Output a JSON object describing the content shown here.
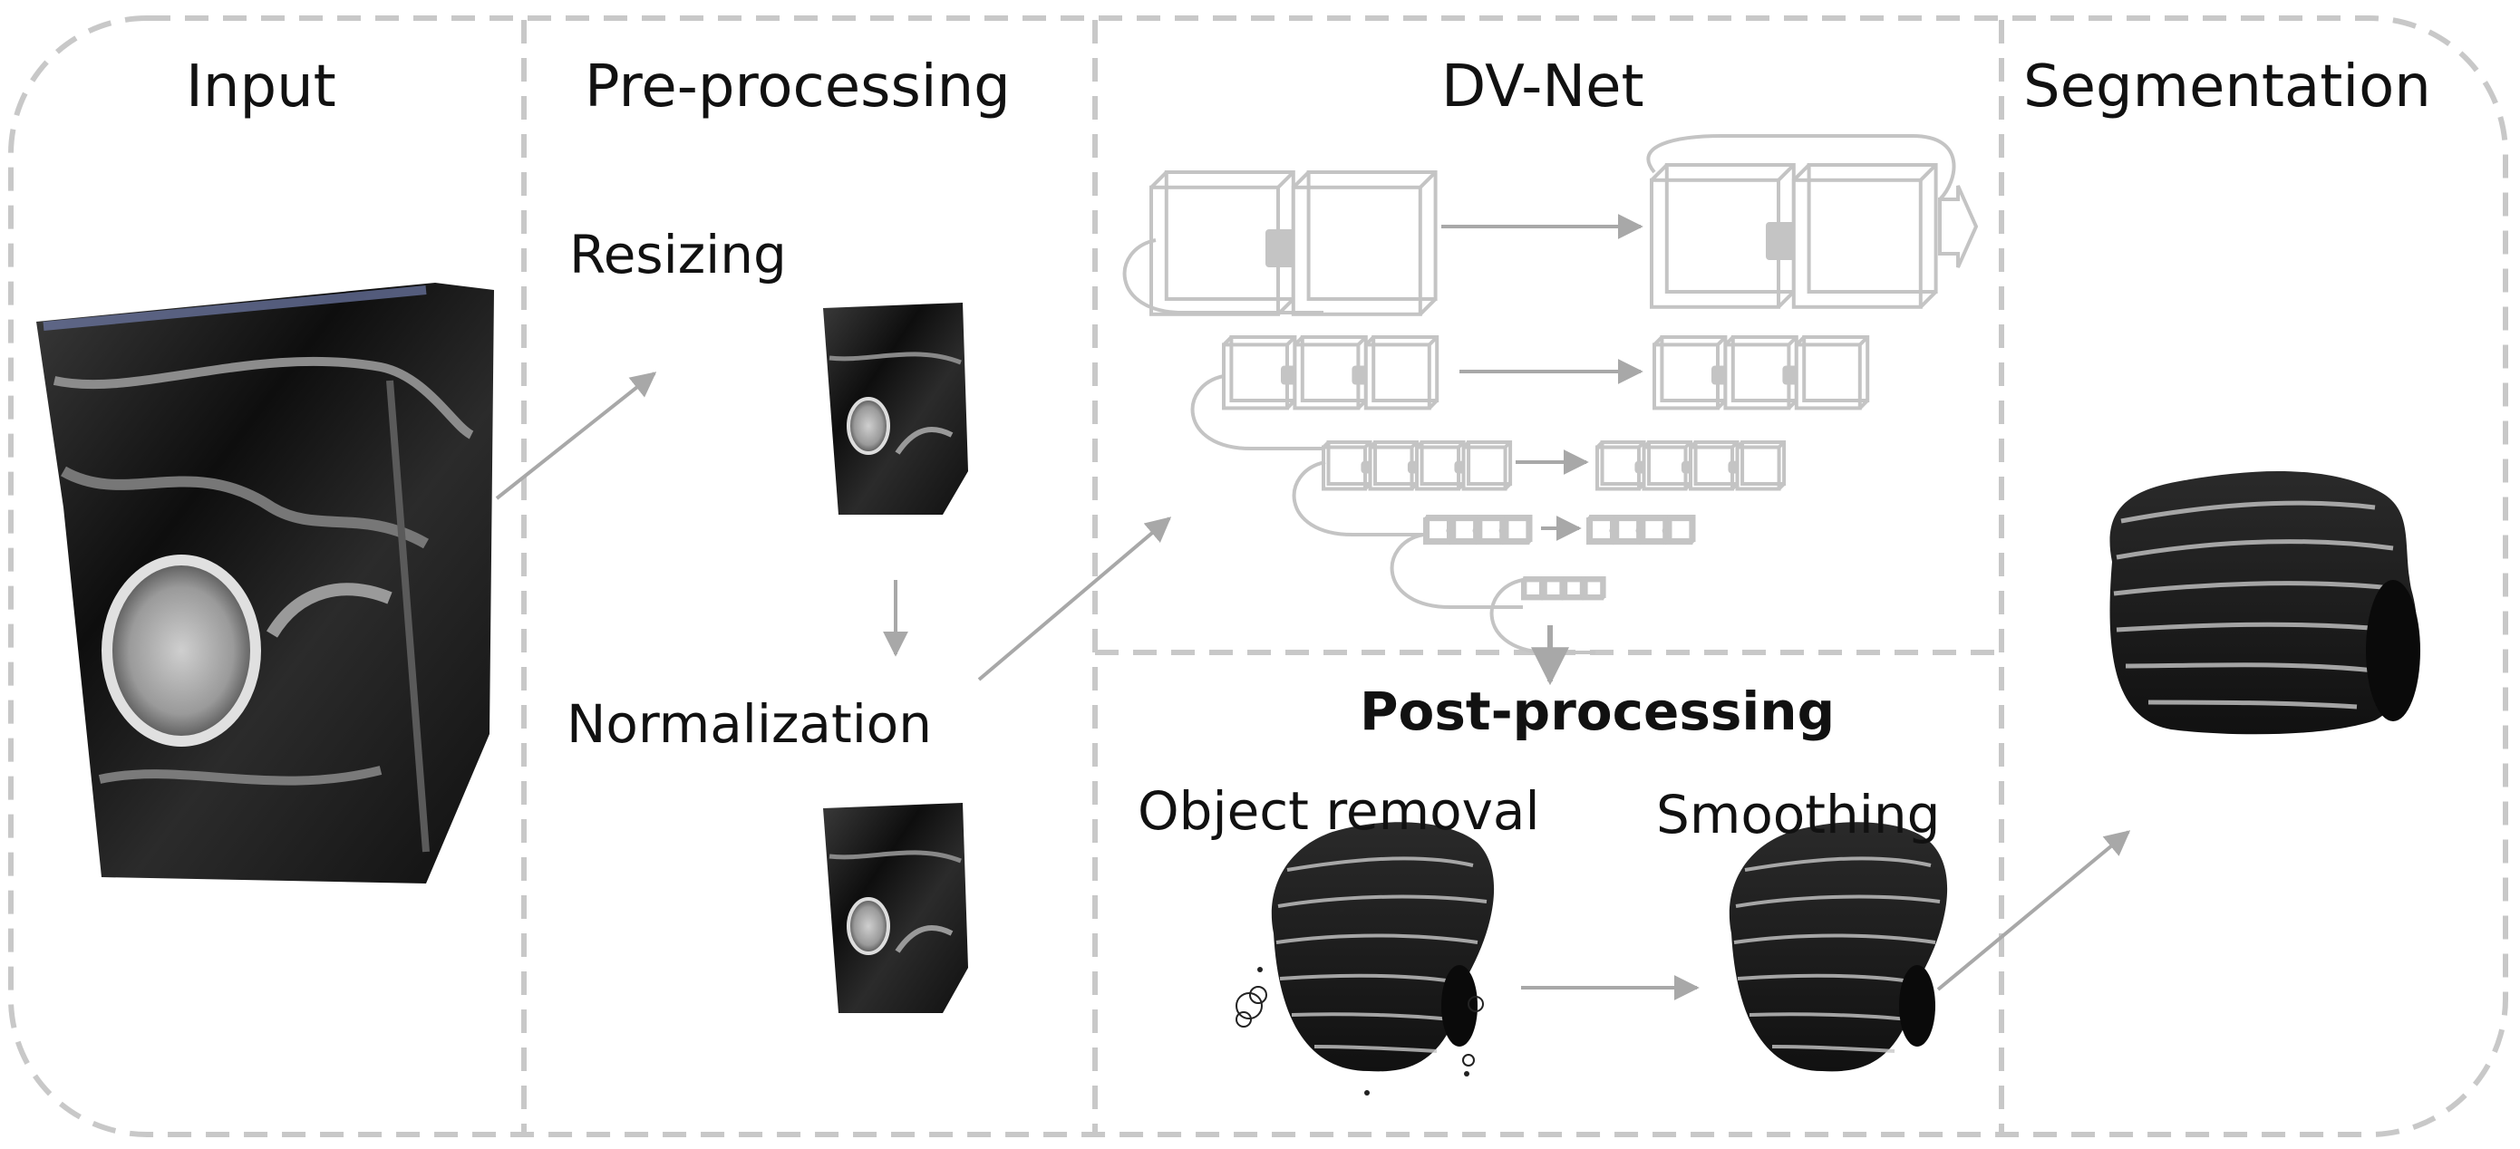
{
  "sections": {
    "input": {
      "title": "Input"
    },
    "preprocessing": {
      "title": "Pre-processing",
      "steps": [
        "Resizing",
        "Normalization"
      ]
    },
    "dvnet": {
      "title": "DV-Net"
    },
    "postprocessing": {
      "title": "Post-processing",
      "steps": [
        "Object removal",
        "Smoothing"
      ]
    },
    "segmentation": {
      "title": "Segmentation"
    }
  },
  "colors": {
    "dashed_border": "#c8c8c8",
    "arrow": "#a8a8a8",
    "network_outline": "#c4c4c4",
    "volume_dark": "#1a1a1a",
    "volume_light": "#d9d9d9"
  }
}
